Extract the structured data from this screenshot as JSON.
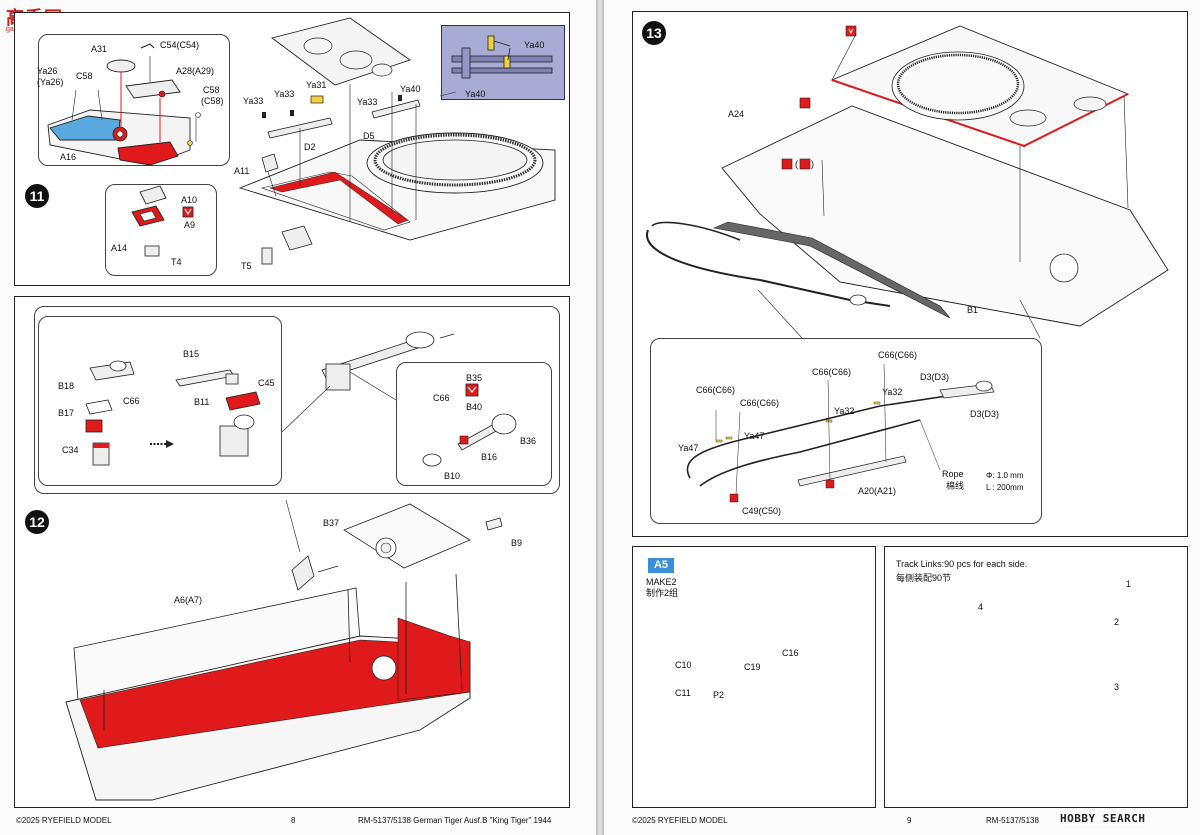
{
  "logo": {
    "title": "高手网",
    "url": "gao-shou.com"
  },
  "watermark": "HOBBY SEARCH",
  "left_page": {
    "footer": {
      "copyright": "©2025 RYEFIELD MODEL",
      "page_number": "8",
      "product": "RM-5137/5138 German Tiger Ausf.B \"King Tiger\" 1944"
    },
    "step11": {
      "number": "11",
      "labels": {
        "a31": "A31",
        "c54": "C54(C54)",
        "ya26": "Ya26",
        "ya26b": "(Ya26)",
        "c58": "C58",
        "a28": "A28(A29)",
        "c58b": "C58",
        "c58c": "(C58)",
        "a16": "A16",
        "a10": "A10",
        "a9": "A9",
        "a14": "A14",
        "t4": "T4",
        "ya33a": "Ya33",
        "ya33b": "Ya33",
        "ya31": "Ya31",
        "ya33c": "Ya33",
        "ya40a": "Ya40",
        "ya40b": "Ya40",
        "d5": "D5",
        "d2": "D2",
        "a11": "A11",
        "t5": "T5",
        "ya40inset": "Ya40"
      }
    },
    "step12": {
      "number": "12",
      "labels": {
        "b15": "B15",
        "b18": "B18",
        "c66": "C66",
        "b11": "B11",
        "c45": "C45",
        "b17": "B17",
        "c34": "C34",
        "b35": "B35",
        "c66b": "C66",
        "b40": "B40",
        "b36": "B36",
        "b16": "B16",
        "b10": "B10",
        "b37": "B37",
        "b9": "B9",
        "a6": "A6(A7)"
      }
    }
  },
  "right_page": {
    "footer": {
      "copyright": "©2025 RYEFIELD MODEL",
      "page_number": "9",
      "product": "RM-5137/5138"
    },
    "step13": {
      "number": "13",
      "labels": {
        "a24": "A24",
        "b1": "B1",
        "c66a": "C66(C66)",
        "c66b": "C66(C66)",
        "c66c": "C66(C66)",
        "c66d": "C66(C66)",
        "ya32a": "Ya32",
        "ya32b": "Ya32",
        "d3a": "D3(D3)",
        "d3b": "D3(D3)",
        "ya47a": "Ya47",
        "ya47b": "Ya47",
        "a20": "A20(A21)",
        "c49": "C49(C50)",
        "rope": "Rope",
        "rope_cn": "棉线",
        "rope_dia": "Φ: 1.0 mm",
        "rope_len": "L : 200mm",
        "paren_pair": "(",
        "paren_close": ")"
      }
    },
    "a5": {
      "tag": "A5",
      "make": "MAKE2",
      "make_cn": "制作2组",
      "labels": {
        "c10": "C10",
        "c11": "C11",
        "c19": "C19",
        "c16": "C16",
        "p2": "P2"
      }
    },
    "tracks": {
      "title": "Track Links:90 pcs for each side.",
      "title_cn": "每侧装配90节",
      "labels": {
        "n1": "1",
        "n2": "2",
        "n3": "3",
        "n4": "4"
      }
    }
  },
  "colors": {
    "accent_red": "#e01a1a",
    "part_blue": "#5aa8e0",
    "part_yellow": "#f2d23c",
    "a5_blue": "#3b8fd6"
  }
}
